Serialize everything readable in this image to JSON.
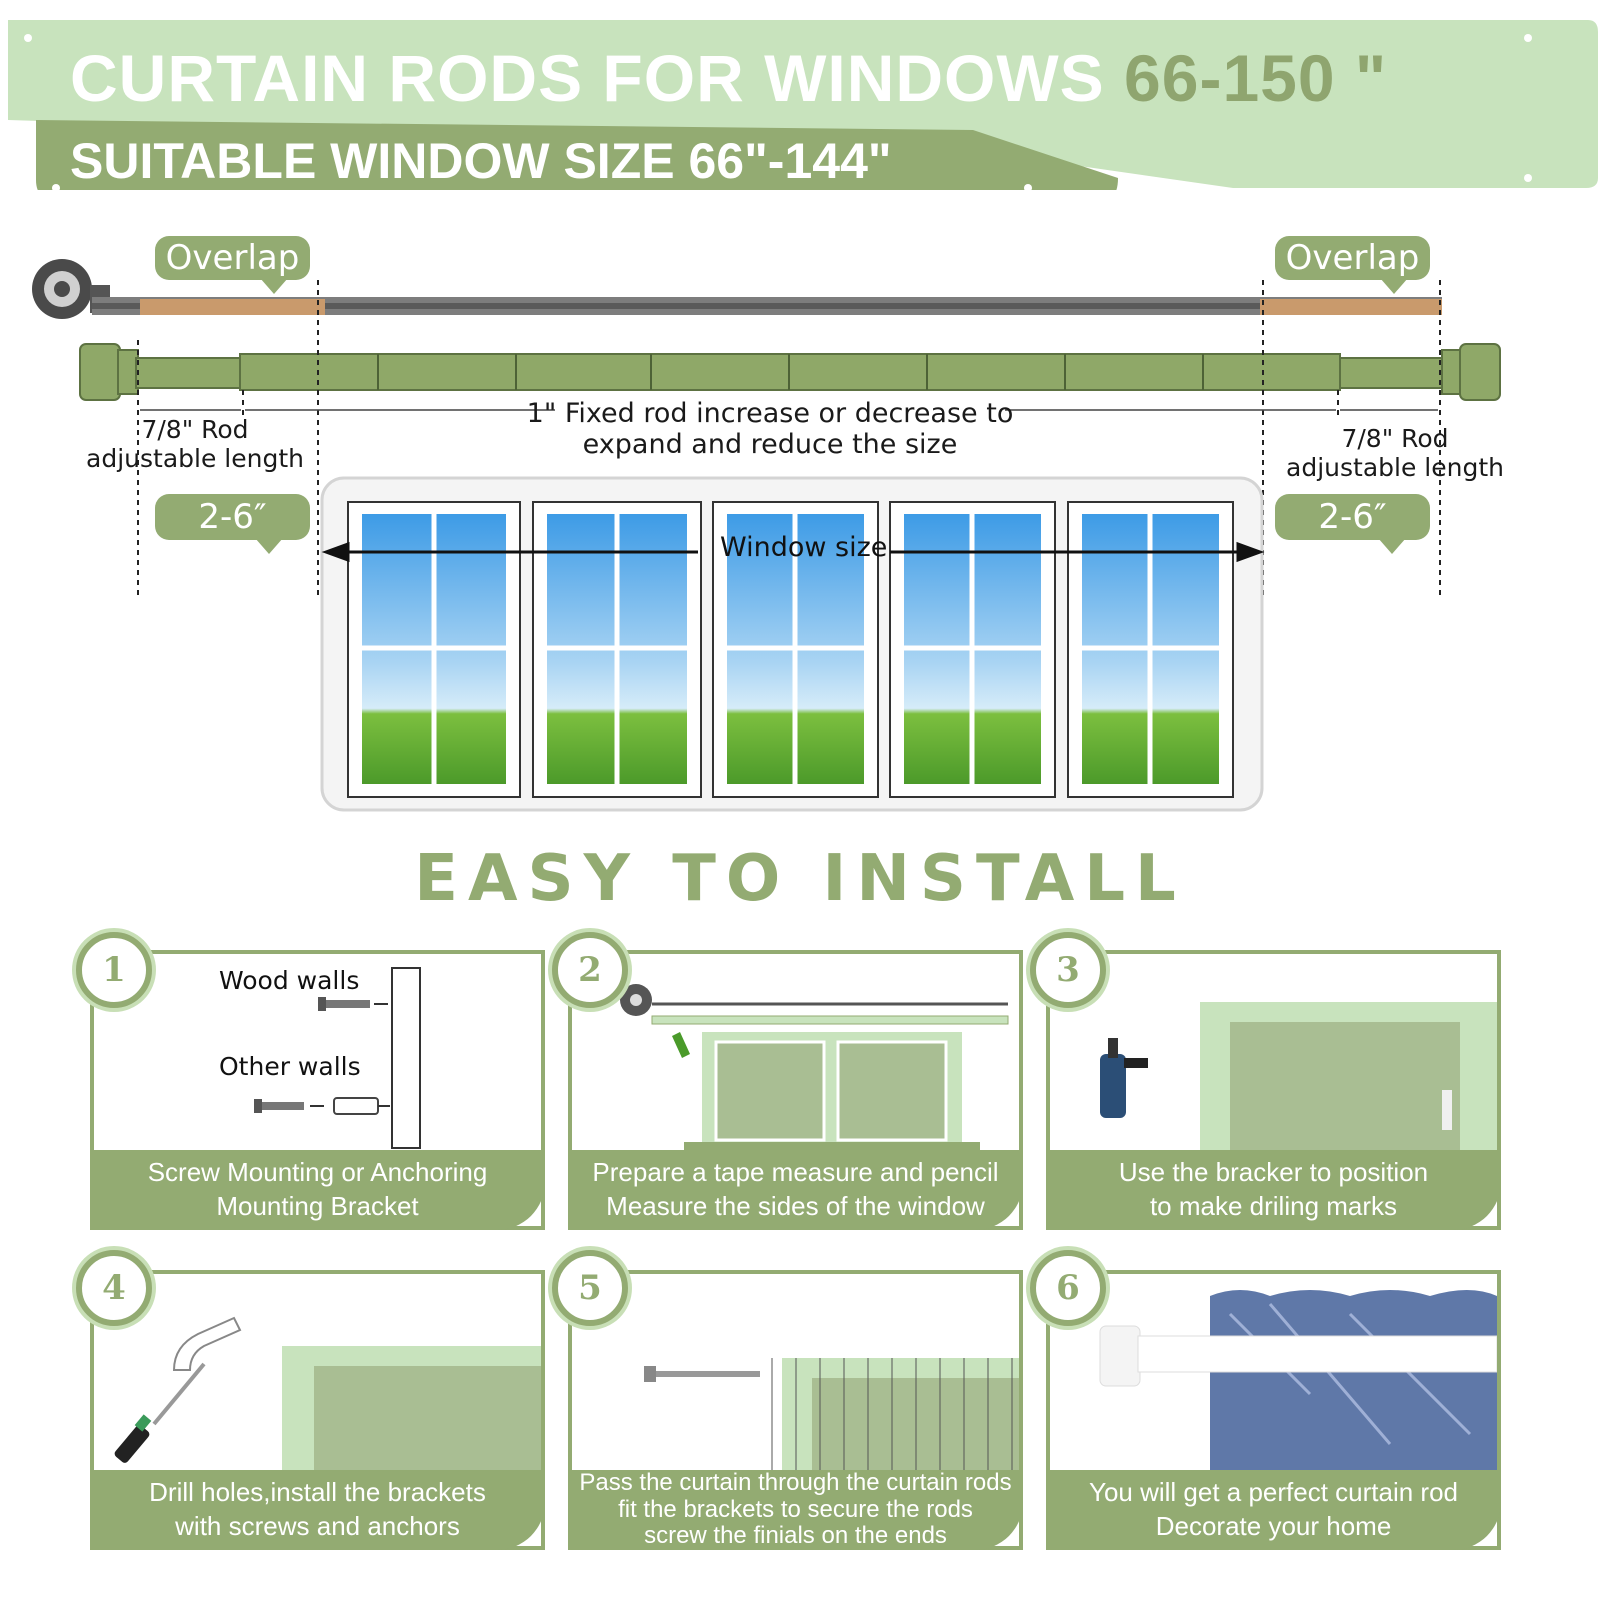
{
  "header": {
    "title_main": "CURTAIN RODS FOR WINDOWS",
    "title_range": "66-150 \"",
    "subtitle": "SUITABLE WINDOW SIZE 66\"-144\""
  },
  "diagram": {
    "overlap_left": "Overlap",
    "overlap_right": "Overlap",
    "rod_left_line1": "7/8\" Rod",
    "rod_left_line2": "adjustable length",
    "rod_right_line1": "7/8\" Rod",
    "rod_right_line2": "adjustable length",
    "fixed_rod_line1": "1\" Fixed rod  increase or decrease to",
    "fixed_rod_line2": "expand and reduce the size",
    "adjust_left": "2-6″",
    "adjust_right": "2-6″",
    "window_size": "Window size"
  },
  "install_title": "EASY TO INSTALL",
  "steps": [
    {
      "num": "1",
      "line1": "Screw Mounting or Anchoring",
      "line2": "Mounting Bracket",
      "wood_walls": "Wood walls",
      "other_walls": "Other walls"
    },
    {
      "num": "2",
      "line1": "Prepare a tape measure and pencil",
      "line2": "Measure the sides of the window"
    },
    {
      "num": "3",
      "line1": "Use the bracker to position",
      "line2": "to make driling marks"
    },
    {
      "num": "4",
      "line1": "Drill holes,install the brackets",
      "line2": "with screws and anchors"
    },
    {
      "num": "5",
      "line1": "Pass the curtain through the curtain rods",
      "line2": "fit the brackets to secure the rods",
      "line3": "screw the finials on the ends"
    },
    {
      "num": "6",
      "line1": "You will get a perfect curtain rod",
      "line2": "Decorate your home"
    }
  ],
  "colors": {
    "accent_green": "#93ab72",
    "light_green": "#c8dfb6",
    "rod_green": "#8fa868",
    "curtain_blue": "#5f78a8"
  }
}
